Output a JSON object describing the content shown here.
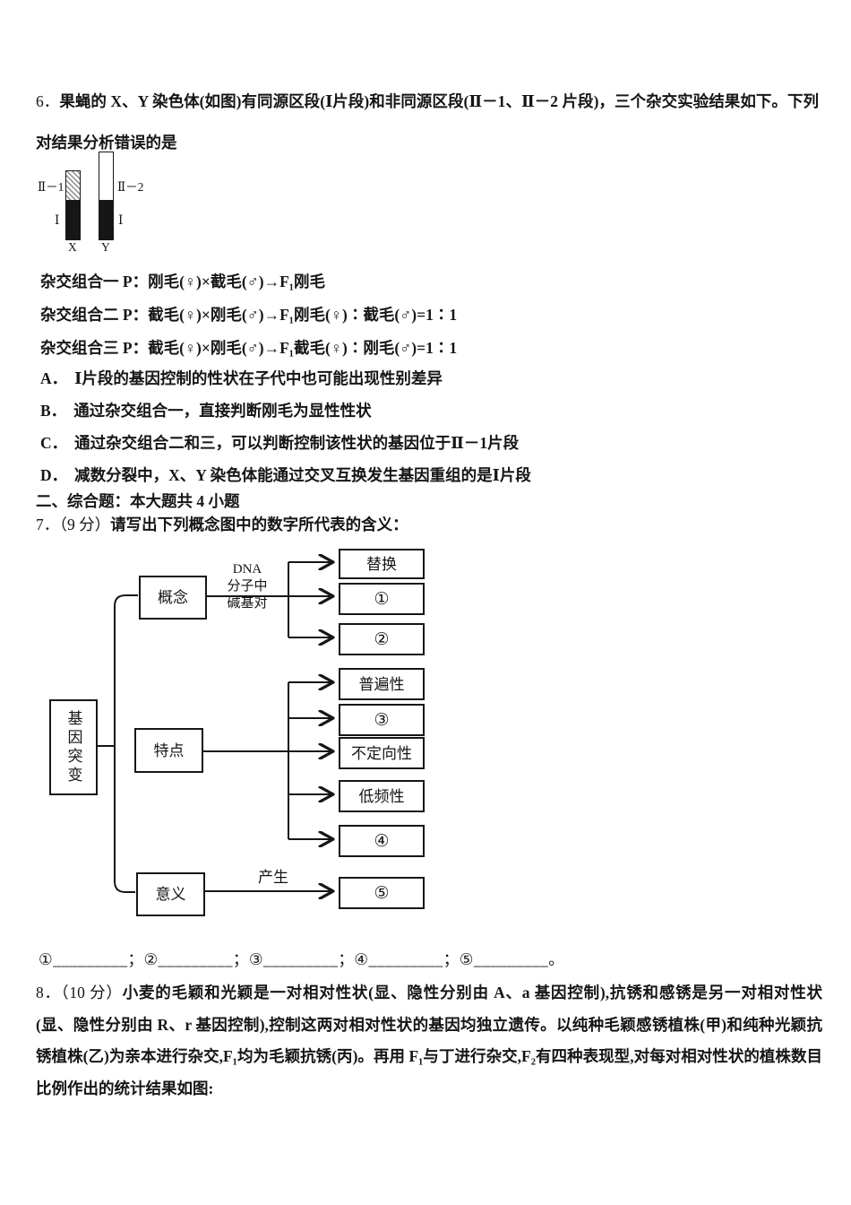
{
  "q6": {
    "number": "6．",
    "intro": "果蝇的 X、Y 染色体(如图)有同源区段(Ⅰ片段)和非同源区段(Ⅱ－1、Ⅱ－2 片段)，三个杂交实验结果如下。下列对结果分析错误的是",
    "figure": {
      "label_region_left": "Ⅱ－1",
      "label_region_right": "Ⅱ－2",
      "label_I_left": "Ⅰ",
      "label_I_right": "Ⅰ",
      "label_x": "X",
      "label_y": "Y"
    },
    "crosses": [
      "杂交组合一 P：刚毛(♀)×截毛(♂)→F₁刚毛",
      "杂交组合二 P：截毛(♀)×刚毛(♂)→F₁刚毛(♀)∶截毛(♂)=1∶1",
      "杂交组合三 P：截毛(♀)×刚毛(♂)→F₁截毛(♀)∶刚毛(♂)=1∶1"
    ],
    "options": [
      {
        "label": "A．",
        "text": "Ⅰ片段的基因控制的性状在子代中也可能出现性别差异"
      },
      {
        "label": "B．",
        "text": "通过杂交组合一，直接判断刚毛为显性性状"
      },
      {
        "label": "C．",
        "text": "通过杂交组合二和三，可以判断控制该性状的基因位于Ⅱ－1片段"
      },
      {
        "label": "D．",
        "text": "减数分裂中，X、Y 染色体能通过交叉互换发生基因重组的是Ⅰ片段"
      }
    ]
  },
  "section2": {
    "title": "二、综合题：本大题共 4 小题"
  },
  "q7": {
    "number": "7．",
    "score": "（9 分）",
    "prompt": "请写出下列概念图中的数字所代表的含义：",
    "diagram": {
      "root": "基因突变",
      "branch1": {
        "label": "概念",
        "edge_label_lines": [
          "DNA",
          "分子中",
          "碱基对"
        ],
        "children": [
          "替换",
          "①",
          "②"
        ]
      },
      "branch2": {
        "label": "特点",
        "children": [
          "普遍性",
          "③",
          "不定向性",
          "低频性",
          "④"
        ]
      },
      "branch3": {
        "label": "意义",
        "edge_label": "产生",
        "children": [
          "⑤"
        ]
      }
    },
    "blanks": "①_________；②_________；③_________；④_________；⑤_________。"
  },
  "q8": {
    "number": "8．",
    "score": "（10 分）",
    "text": "小麦的毛颖和光颖是一对相对性状(显、隐性分别由 A、a 基因控制),抗锈和感锈是另一对相对性状(显、隐性分别由 R、r 基因控制),控制这两对相对性状的基因均独立遗传。以纯种毛颖感锈植株(甲)和纯种光颖抗锈植株(乙)为亲本进行杂交,F₁均为毛颖抗锈(丙)。再用 F₁与丁进行杂交,F₂有四种表现型,对每对相对性状的植株数目比例作出的统计结果如图:"
  }
}
